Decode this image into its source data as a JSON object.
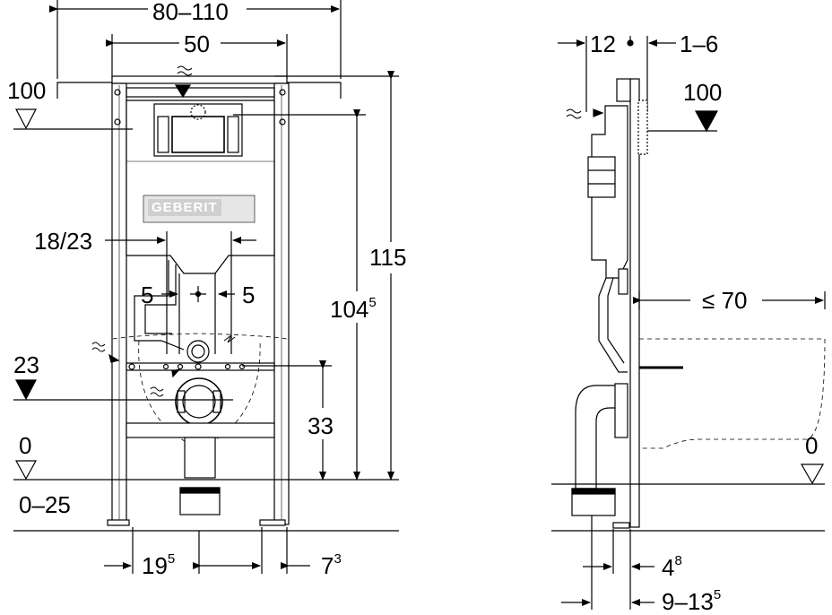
{
  "front": {
    "w_outer": "80–110",
    "w_inner": "50",
    "lvl_top": "100",
    "h_total": "115",
    "h_104": "104",
    "h_104_sup": "5",
    "pitch": "18/23",
    "off_l": "5",
    "off_r": "5",
    "lvl_23": "23",
    "h_33": "33",
    "lvl_0": "0",
    "floor_range": "0–25",
    "bottom_19": "19",
    "bottom_19_sup": "5",
    "bottom_7": "7",
    "bottom_7_sup": "3",
    "brand": "GEBERIT"
  },
  "side": {
    "dim_12": "12",
    "dim_1_6": "1–6",
    "lvl_100": "100",
    "proj": "≤ 70",
    "lvl_0": "0",
    "dim_4": "4",
    "dim_4_sup": "8",
    "dim_9": "9–13",
    "dim_9_sup": "5"
  }
}
